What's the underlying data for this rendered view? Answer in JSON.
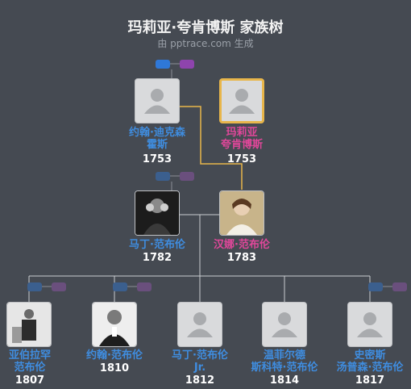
{
  "header": {
    "title": "玛莉亚·夸肯博斯 家族树",
    "subtitle": "由 pptrace.com 生成"
  },
  "people": {
    "p1": {
      "name_l1": "约翰·迪克森",
      "name_l2": "霍斯",
      "year": "1753"
    },
    "p2": {
      "name_l1": "玛莉亚",
      "name_l2": "夸肯博斯",
      "year": "1753"
    },
    "p3": {
      "name_l1": "马丁·范布伦",
      "year": "1782"
    },
    "p4": {
      "name_l1": "汉娜·范布伦",
      "year": "1783"
    },
    "c1": {
      "name_l1": "亚伯拉罕",
      "name_l2": "范布伦",
      "year": "1807"
    },
    "c2": {
      "name_l1": "约翰·范布伦",
      "year": "1810"
    },
    "c3": {
      "name_l1": "马丁·范布伦",
      "name_l2": "Jr.",
      "year": "1812"
    },
    "c4": {
      "name_l1": "温菲尔德",
      "name_l2": "斯科特·范布伦",
      "year": "1814"
    },
    "c5": {
      "name_l1": "史密斯",
      "name_l2": "汤普森·范布伦",
      "year": "1817"
    }
  },
  "colors": {
    "background": "#454a52",
    "male": "#3f8de0",
    "female": "#e0479a",
    "highlight": "#e8b64b"
  }
}
